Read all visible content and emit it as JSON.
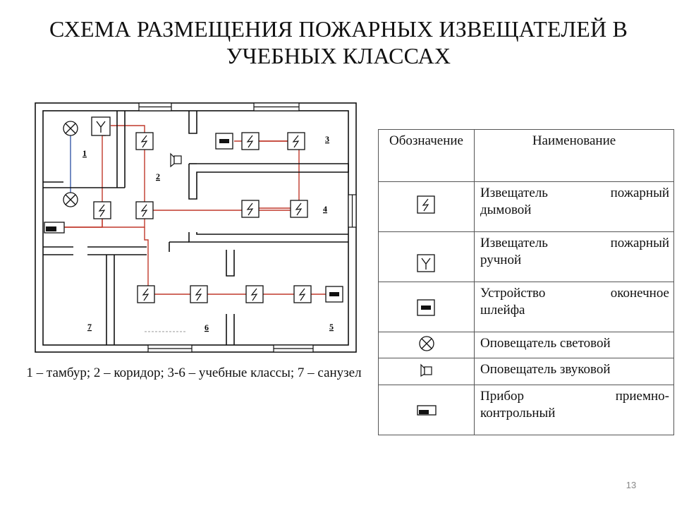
{
  "title": "СХЕМА РАЗМЕЩЕНИЯ ПОЖАРНЫХ ИЗВЕЩАТЕЛЕЙ В УЧЕБНЫХ КЛАССАХ",
  "room_labels": [
    "1",
    "2",
    "3",
    "4",
    "5",
    "6",
    "7"
  ],
  "caption": "1 – тамбур; 2 – коридор; 3-6 – учебные классы; 7 – санузел",
  "legend": {
    "header_symbol": "Обозначение",
    "header_name": "Наименование",
    "rows": [
      {
        "icon": "smoke-detector-icon",
        "name_a": "Извещатель",
        "name_b": "пожарный",
        "name_c": "дымовой"
      },
      {
        "icon": "manual-call-point-icon",
        "name_a": "Извещатель",
        "name_b": "пожарный",
        "name_c": "ручной"
      },
      {
        "icon": "end-of-line-device-icon",
        "name_a": "Устройство",
        "name_b": "оконечное",
        "name_c": "шлейфа"
      },
      {
        "icon": "light-alarm-icon",
        "name_a": "Оповещатель световой",
        "name_b": "",
        "name_c": ""
      },
      {
        "icon": "sound-alarm-icon",
        "name_a": "Оповещатель звуковой",
        "name_b": "",
        "name_c": ""
      },
      {
        "icon": "control-panel-icon",
        "name_a": "Прибор",
        "name_b": "приемно-",
        "name_c": "контрольный"
      }
    ]
  },
  "page_number": "13",
  "colors": {
    "wire": "#c0392b",
    "wall": "#111111"
  }
}
